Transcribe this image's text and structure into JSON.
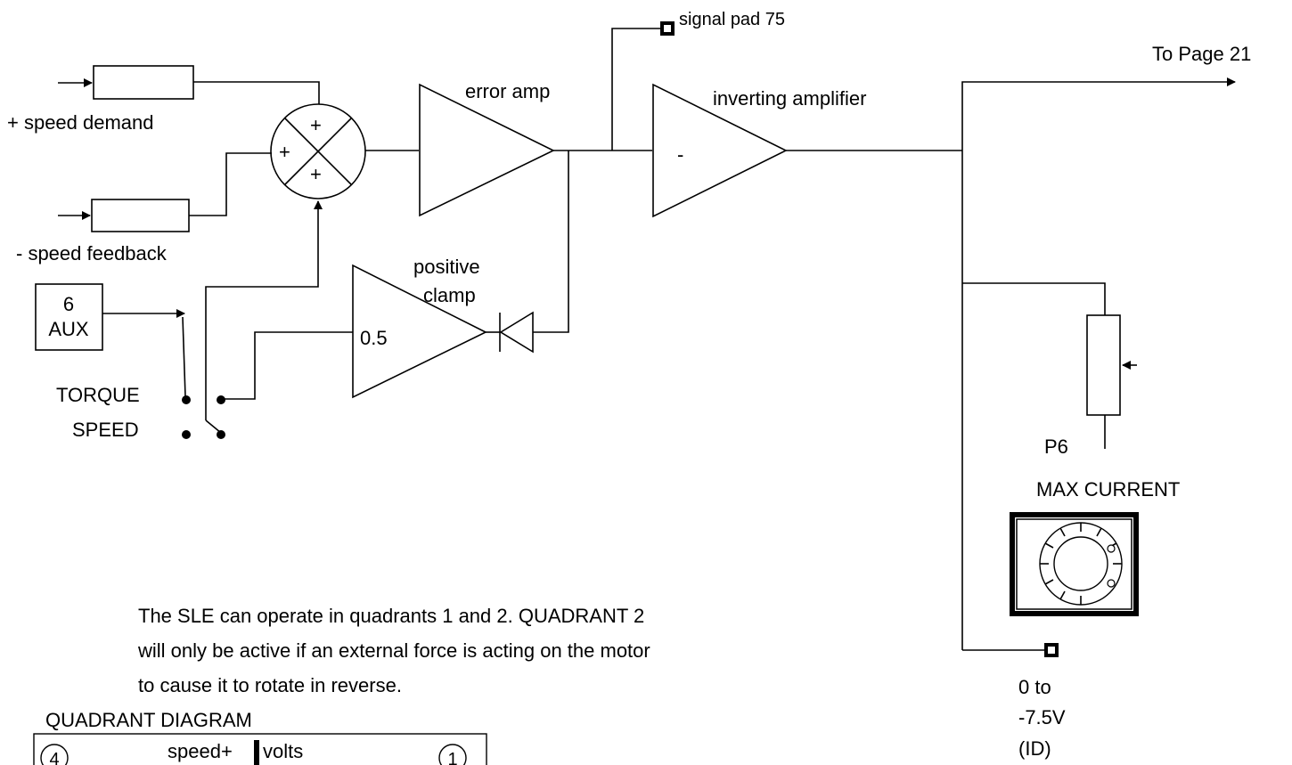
{
  "labels": {
    "signal_pad": "signal pad 75",
    "to_page": "To Page 21",
    "error_amp": "error amp",
    "inverting_amp": "inverting amplifier",
    "inverting_sign": "-",
    "speed_demand": "+ speed demand",
    "speed_feedback": "- speed feedback",
    "sum_top": "+",
    "sum_left": "+",
    "sum_bottom": "+",
    "positive_clamp_1": "positive",
    "positive_clamp_2": "clamp",
    "clamp_gain": "0.5",
    "aux_number": "6",
    "aux_label": "AUX",
    "torque": "TORQUE",
    "speed": "SPEED",
    "pot_id": "P6",
    "pot_name": "MAX CURRENT",
    "output_range_1": "0 to",
    "output_range_2": "-7.5V",
    "output_range_3": "(ID)"
  },
  "note": {
    "line1": "The SLE can operate in quadrants 1 and 2. QUADRANT 2",
    "line2": "will only be active if an external force is acting on the motor",
    "line3": "to cause it to rotate in reverse."
  },
  "quadrant": {
    "title": "QUADRANT DIAGRAM",
    "q_left": "4",
    "q_right": "1",
    "axis_prefix": "speed+",
    "axis_suffix": "volts"
  }
}
